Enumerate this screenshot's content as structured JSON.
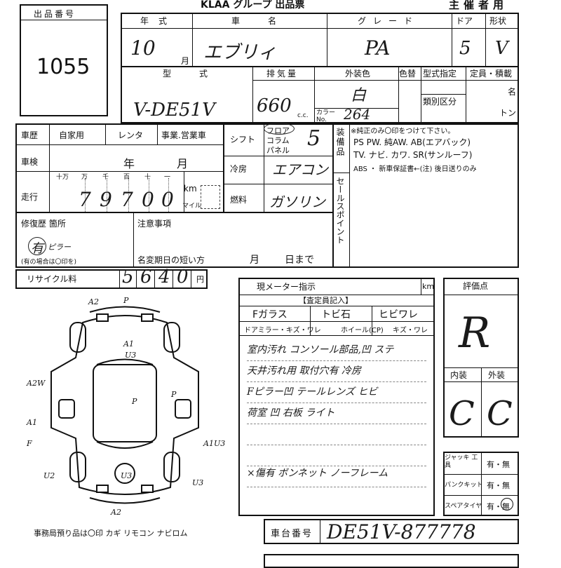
{
  "header": {
    "group": "KLAA グループ 出品票",
    "organizer": "主催者用"
  },
  "lot": {
    "label": "出品番号",
    "number": "1055"
  },
  "vehicle_row": {
    "year_label": "年式",
    "year_value": "10",
    "month_unit": "月",
    "name_label": "車名",
    "name_value": "エブリィ",
    "grade_label": "グレード",
    "grade_value": "PA",
    "door_label": "ドア",
    "door_value": "5",
    "shape_label": "形状",
    "shape_value": "V"
  },
  "model_row": {
    "type_label": "型式",
    "type_value": "V-DE51V",
    "displacement_label": "排気量",
    "displacement_value": "660",
    "displacement_unit": "c.c.",
    "exterior_color_label": "外装色",
    "exterior_color_value": "白",
    "color_change_label": "色替",
    "color_no_label": "カラー No.",
    "color_no_value": "264",
    "type_designation_label": "型式指定",
    "class_label": "類別区分",
    "capacity_label": "定員・積載",
    "capacity_unit_people": "名",
    "capacity_unit_ton": "トン"
  },
  "history": {
    "label": "車歴",
    "options": [
      "自家用",
      "レンタ",
      "事業.営業車"
    ],
    "inspection_label": "車検",
    "year_unit": "年",
    "month_unit": "月",
    "mileage_label": "走行",
    "digit_headers": [
      "十万",
      "万",
      "千",
      "百",
      "十",
      "一"
    ],
    "digits": [
      "7",
      "9",
      "7",
      "0",
      "0"
    ],
    "km": "km",
    "mile": "マイル"
  },
  "specs": {
    "shift_label": "シフト",
    "shift_options": [
      "フロア",
      "コラム",
      "パネル"
    ],
    "shift_value": "5",
    "ac_label": "冷房",
    "ac_value": "エアコン",
    "fuel_label": "燃料",
    "fuel_value": "ガソリン"
  },
  "equipment": {
    "label": "装備品",
    "note": "※純正のみ〇印をつけて下さい。",
    "line1": "PS PW. 純AW. AB(エアバック)",
    "line2": "TV. ナビ. カワ. SR(サンルーフ)",
    "line3": "ABS ・ 新車保証書←(注) 後日送りのみ",
    "sales_point_label": "セールスポイント"
  },
  "repair": {
    "label": "修復歴 箇所",
    "mark": "有",
    "note": "ピラー",
    "hint": "(有の場合は〇印を)"
  },
  "caution": {
    "label": "注意事項",
    "expiry_label": "名変期日の短い方",
    "month_unit": "月",
    "day_unit": "日まで"
  },
  "recycle": {
    "label": "リサイクル料",
    "digits": [
      "5",
      "6",
      "4",
      "0"
    ],
    "yen": "円"
  },
  "meter": {
    "label": "現メーター指示",
    "unit": "km"
  },
  "inspector": {
    "label": "【査定員記入】",
    "headers": [
      "Fガラス",
      "トビ石",
      "ヒビワレ"
    ],
    "subheaders": [
      "ドアミラー・キズ・ワレ",
      "ホイール(CP)",
      "キズ・ワレ"
    ],
    "notes": [
      "室内汚れ コンソール部品,凹 ステ",
      "天井汚れ用 取付穴有 冷房",
      "Fピラー凹 テールレンズ ヒビ",
      "荷室 凹 右板 ライト",
      "×傷有 ボンネット ノーフレーム"
    ]
  },
  "evaluation": {
    "label": "評価点",
    "score": "R",
    "interior_label": "内装",
    "exterior_label": "外装",
    "interior_value": "C",
    "exterior_value": "C"
  },
  "tools": {
    "jack_label": "ジャッキ 工具",
    "puncture_label": "パンクキット",
    "spare_label": "スペアタイヤ",
    "yes_no": "有・無"
  },
  "diagram": {
    "marks": [
      "A2",
      "P",
      "A1",
      "U3",
      "A2W",
      "P",
      "P",
      "A1",
      "F",
      "U2",
      "U3",
      "A1 U3",
      "U3",
      "A2"
    ]
  },
  "office": {
    "text": "事務局預り品は〇印 カギ リモコン ナビロム"
  },
  "chassis": {
    "label": "車台番号",
    "value": "DE51V-877778"
  }
}
